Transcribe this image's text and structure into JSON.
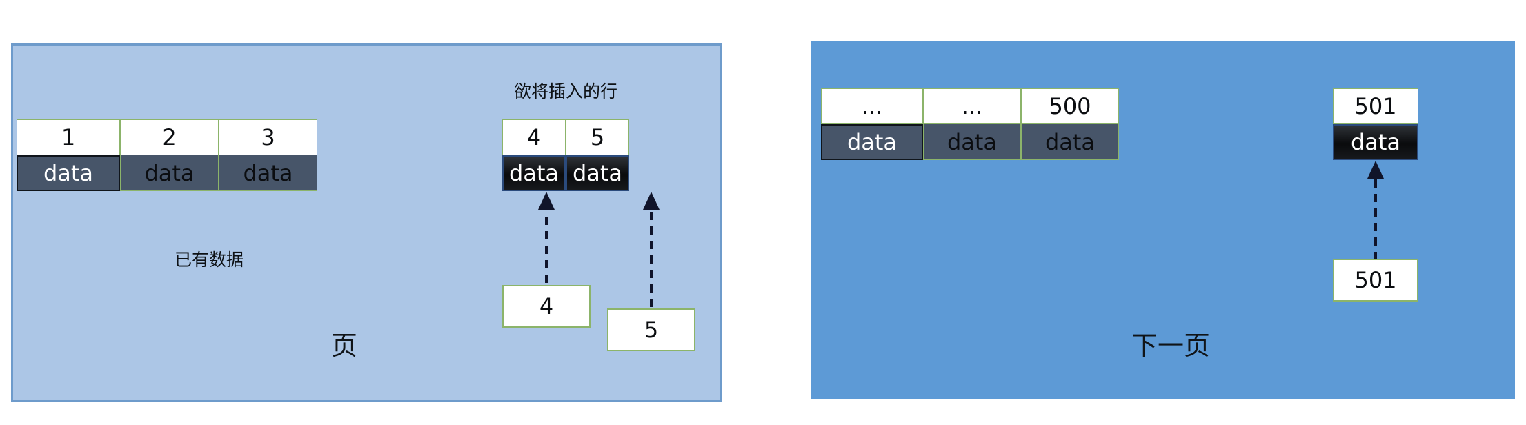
{
  "diagram": {
    "title_left": "页",
    "title_right": "下一页",
    "labels": {
      "insert_row": "欲将插入的行",
      "existing_data": "已有数据"
    },
    "colors": {
      "panel_current_bg": "#acc6e6",
      "panel_current_border": "#6e9bcb",
      "panel_next_bg": "#5d9ad6",
      "cell_key_bg": "#ffffff",
      "cell_key_border": "#8cb46a",
      "cell_data_bg": "#475569",
      "cell_data_hot_bg": "#0a0b0d",
      "arrow_color": "#10142a"
    }
  },
  "existing_table": {
    "keys": [
      "1",
      "2",
      "3"
    ],
    "data": [
      "data",
      "data",
      "data"
    ]
  },
  "insert_table": {
    "keys": [
      "4",
      "5"
    ],
    "data": [
      "data",
      "data"
    ]
  },
  "insert_sources": {
    "first": "4",
    "second": "5"
  },
  "next_table": {
    "keys": [
      "...",
      "...",
      "500"
    ],
    "data": [
      "data",
      "data",
      "data"
    ]
  },
  "append_table": {
    "keys": [
      "501"
    ],
    "data": [
      "data"
    ]
  },
  "append_source": {
    "value": "501"
  },
  "icons": {
    "arrow_up_dashed": "dashed-up-arrow-icon"
  }
}
